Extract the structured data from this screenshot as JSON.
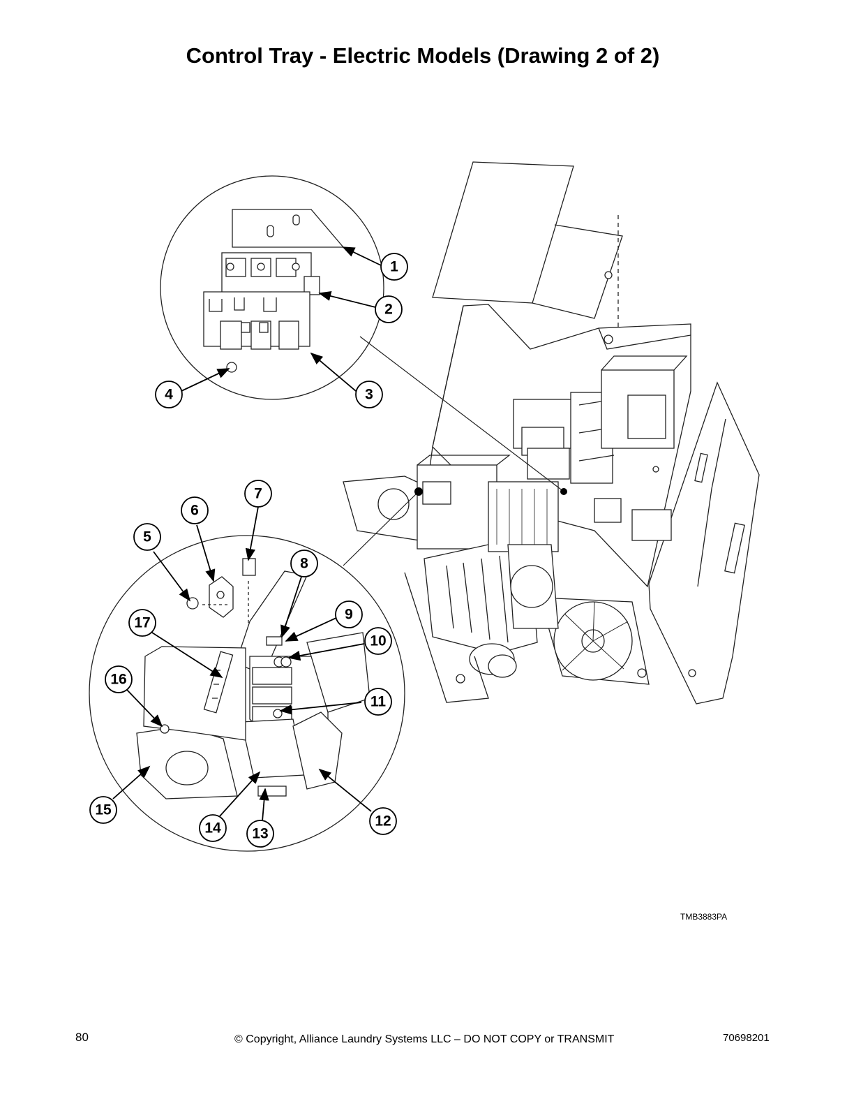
{
  "page": {
    "title": "Control Tray - Electric Models (Drawing 2 of 2)",
    "figure_id": "TMB3883PA",
    "page_number": "80",
    "copyright": "© Copyright, Alliance Laundry Systems LLC – DO NOT COPY or TRANSMIT",
    "document_number": "70698201"
  },
  "callouts": [
    "1",
    "2",
    "3",
    "4",
    "5",
    "6",
    "7",
    "8",
    "9",
    "10",
    "11",
    "12",
    "13",
    "14",
    "15",
    "16",
    "17"
  ]
}
